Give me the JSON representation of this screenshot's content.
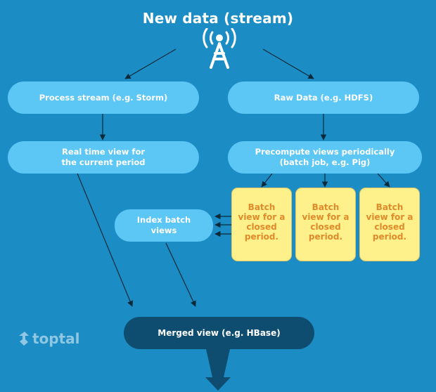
{
  "header": {
    "title": "New data (stream)"
  },
  "nodes": {
    "process_stream": "Process stream (e.g. Storm)",
    "raw_data": "Raw Data (e.g. HDFS)",
    "realtime_line1": "Real time view for",
    "realtime_line2": "the current period",
    "precompute_line1": "Precompute views periodically",
    "precompute_line2": "(batch job, e.g. Pig)",
    "index_line1": "Index batch",
    "index_line2": "views",
    "merged": "Merged view (e.g. HBase)"
  },
  "batches": [
    {
      "l1": "Batch",
      "l2": "view for a",
      "l3": "closed",
      "l4": "period."
    },
    {
      "l1": "Batch",
      "l2": "view for a",
      "l3": "closed",
      "l4": "period."
    },
    {
      "l1": "Batch",
      "l2": "view for a",
      "l3": "closed",
      "l4": "period."
    }
  ],
  "brand": {
    "name": "toptal"
  },
  "icons": {
    "tower": "broadcast-tower-icon",
    "logo": "toptal-logo-icon"
  },
  "colors": {
    "background": "#1b8cc4",
    "pill": "#5cc6f5",
    "merged": "#0e4d70",
    "batch_fill": "#fef08a",
    "batch_text": "#e08a2b",
    "arrow": "#0a2a3a"
  }
}
